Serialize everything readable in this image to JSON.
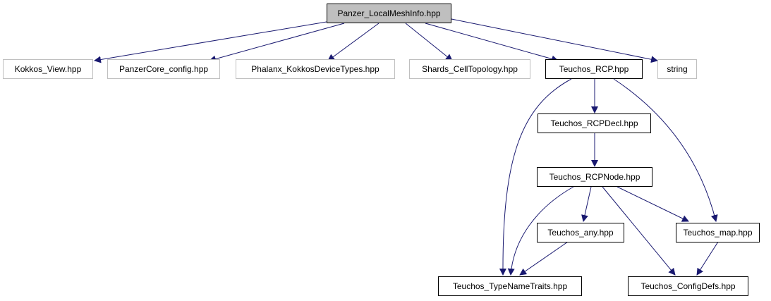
{
  "graph": {
    "nodes": {
      "root": "Panzer_LocalMeshInfo.hpp",
      "kokkos_view": "Kokkos_View.hpp",
      "panzercore_config": "PanzerCore_config.hpp",
      "phalanx_kokkos": "Phalanx_KokkosDeviceTypes.hpp",
      "shards_celltopology": "Shards_CellTopology.hpp",
      "teuchos_rcp": "Teuchos_RCP.hpp",
      "string": "string",
      "teuchos_rcpdecl": "Teuchos_RCPDecl.hpp",
      "teuchos_rcpnode": "Teuchos_RCPNode.hpp",
      "teuchos_any": "Teuchos_any.hpp",
      "teuchos_map": "Teuchos_map.hpp",
      "teuchos_typenametraits": "Teuchos_TypeNameTraits.hpp",
      "teuchos_configdefs": "Teuchos_ConfigDefs.hpp"
    },
    "colors": {
      "edge": "#191970",
      "root_fill": "#bfbfbf",
      "node_border": "#000000",
      "external_border": "#bfbfbf"
    }
  }
}
